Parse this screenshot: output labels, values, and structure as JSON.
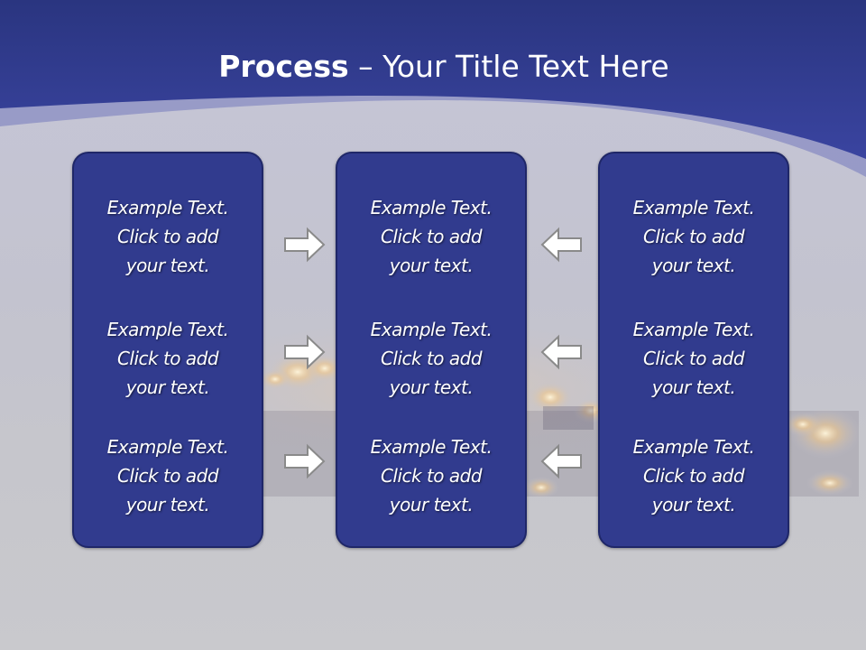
{
  "title": {
    "bold": "Process",
    "rest": " – Your Title Text Here"
  },
  "panels": [
    {
      "blocks": [
        {
          "line1": "Example Text.",
          "line2": "Click  to add",
          "line3": "your text."
        },
        {
          "line1": "Example Text.",
          "line2": "Click  to add",
          "line3": "your text."
        },
        {
          "line1": "Example Text.",
          "line2": "Click  to add",
          "line3": "your text."
        }
      ]
    },
    {
      "blocks": [
        {
          "line1": "Example Text.",
          "line2": "Click  to add",
          "line3": "your text."
        },
        {
          "line1": "Example Text.",
          "line2": "Click  to add",
          "line3": "your text."
        },
        {
          "line1": "Example Text.",
          "line2": "Click  to add",
          "line3": "your text."
        }
      ]
    },
    {
      "blocks": [
        {
          "line1": "Example Text.",
          "line2": "Click  to add",
          "line3": "your text."
        },
        {
          "line1": "Example Text.",
          "line2": "Click  to add",
          "line3": "your text."
        },
        {
          "line1": "Example Text.",
          "line2": "Click  to add",
          "line3": "your text."
        }
      ]
    }
  ],
  "arrows": {
    "left_column_direction": "right",
    "right_column_direction": "left",
    "icon": "block-arrow-icon"
  },
  "colors": {
    "header_blue": "#2c3a8e",
    "panel_fill": "#313b8e",
    "panel_border": "#1f2768",
    "arrow_fill": "#ffffff",
    "arrow_stroke": "#8a8a8a",
    "text": "#ffffff"
  }
}
